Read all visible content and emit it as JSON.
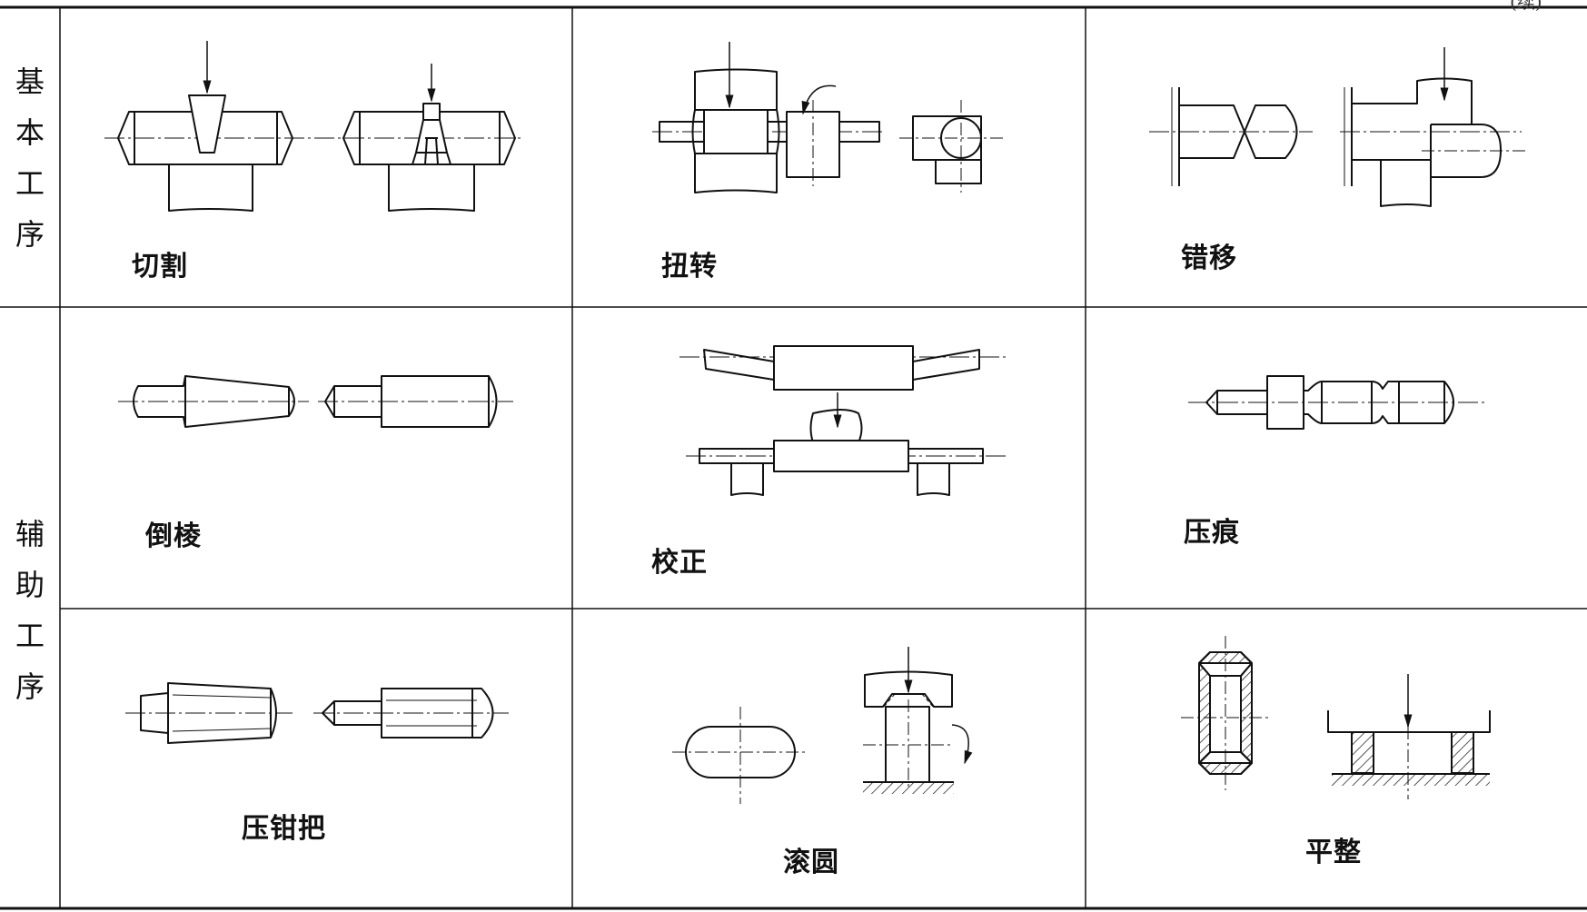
{
  "corner_text": "(续)",
  "row_labels": {
    "basic": [
      "基",
      "本",
      "工",
      "序"
    ],
    "auxiliary": [
      "辅",
      "助",
      "工",
      "序"
    ]
  },
  "captions": {
    "cutting": "切割",
    "twisting": "扭转",
    "offsetting": "错移",
    "chamfering": "倒棱",
    "straightening": "校正",
    "notching": "压痕",
    "tong_hold": "压钳把",
    "rounding": "滚圆",
    "flattening": "平整"
  }
}
